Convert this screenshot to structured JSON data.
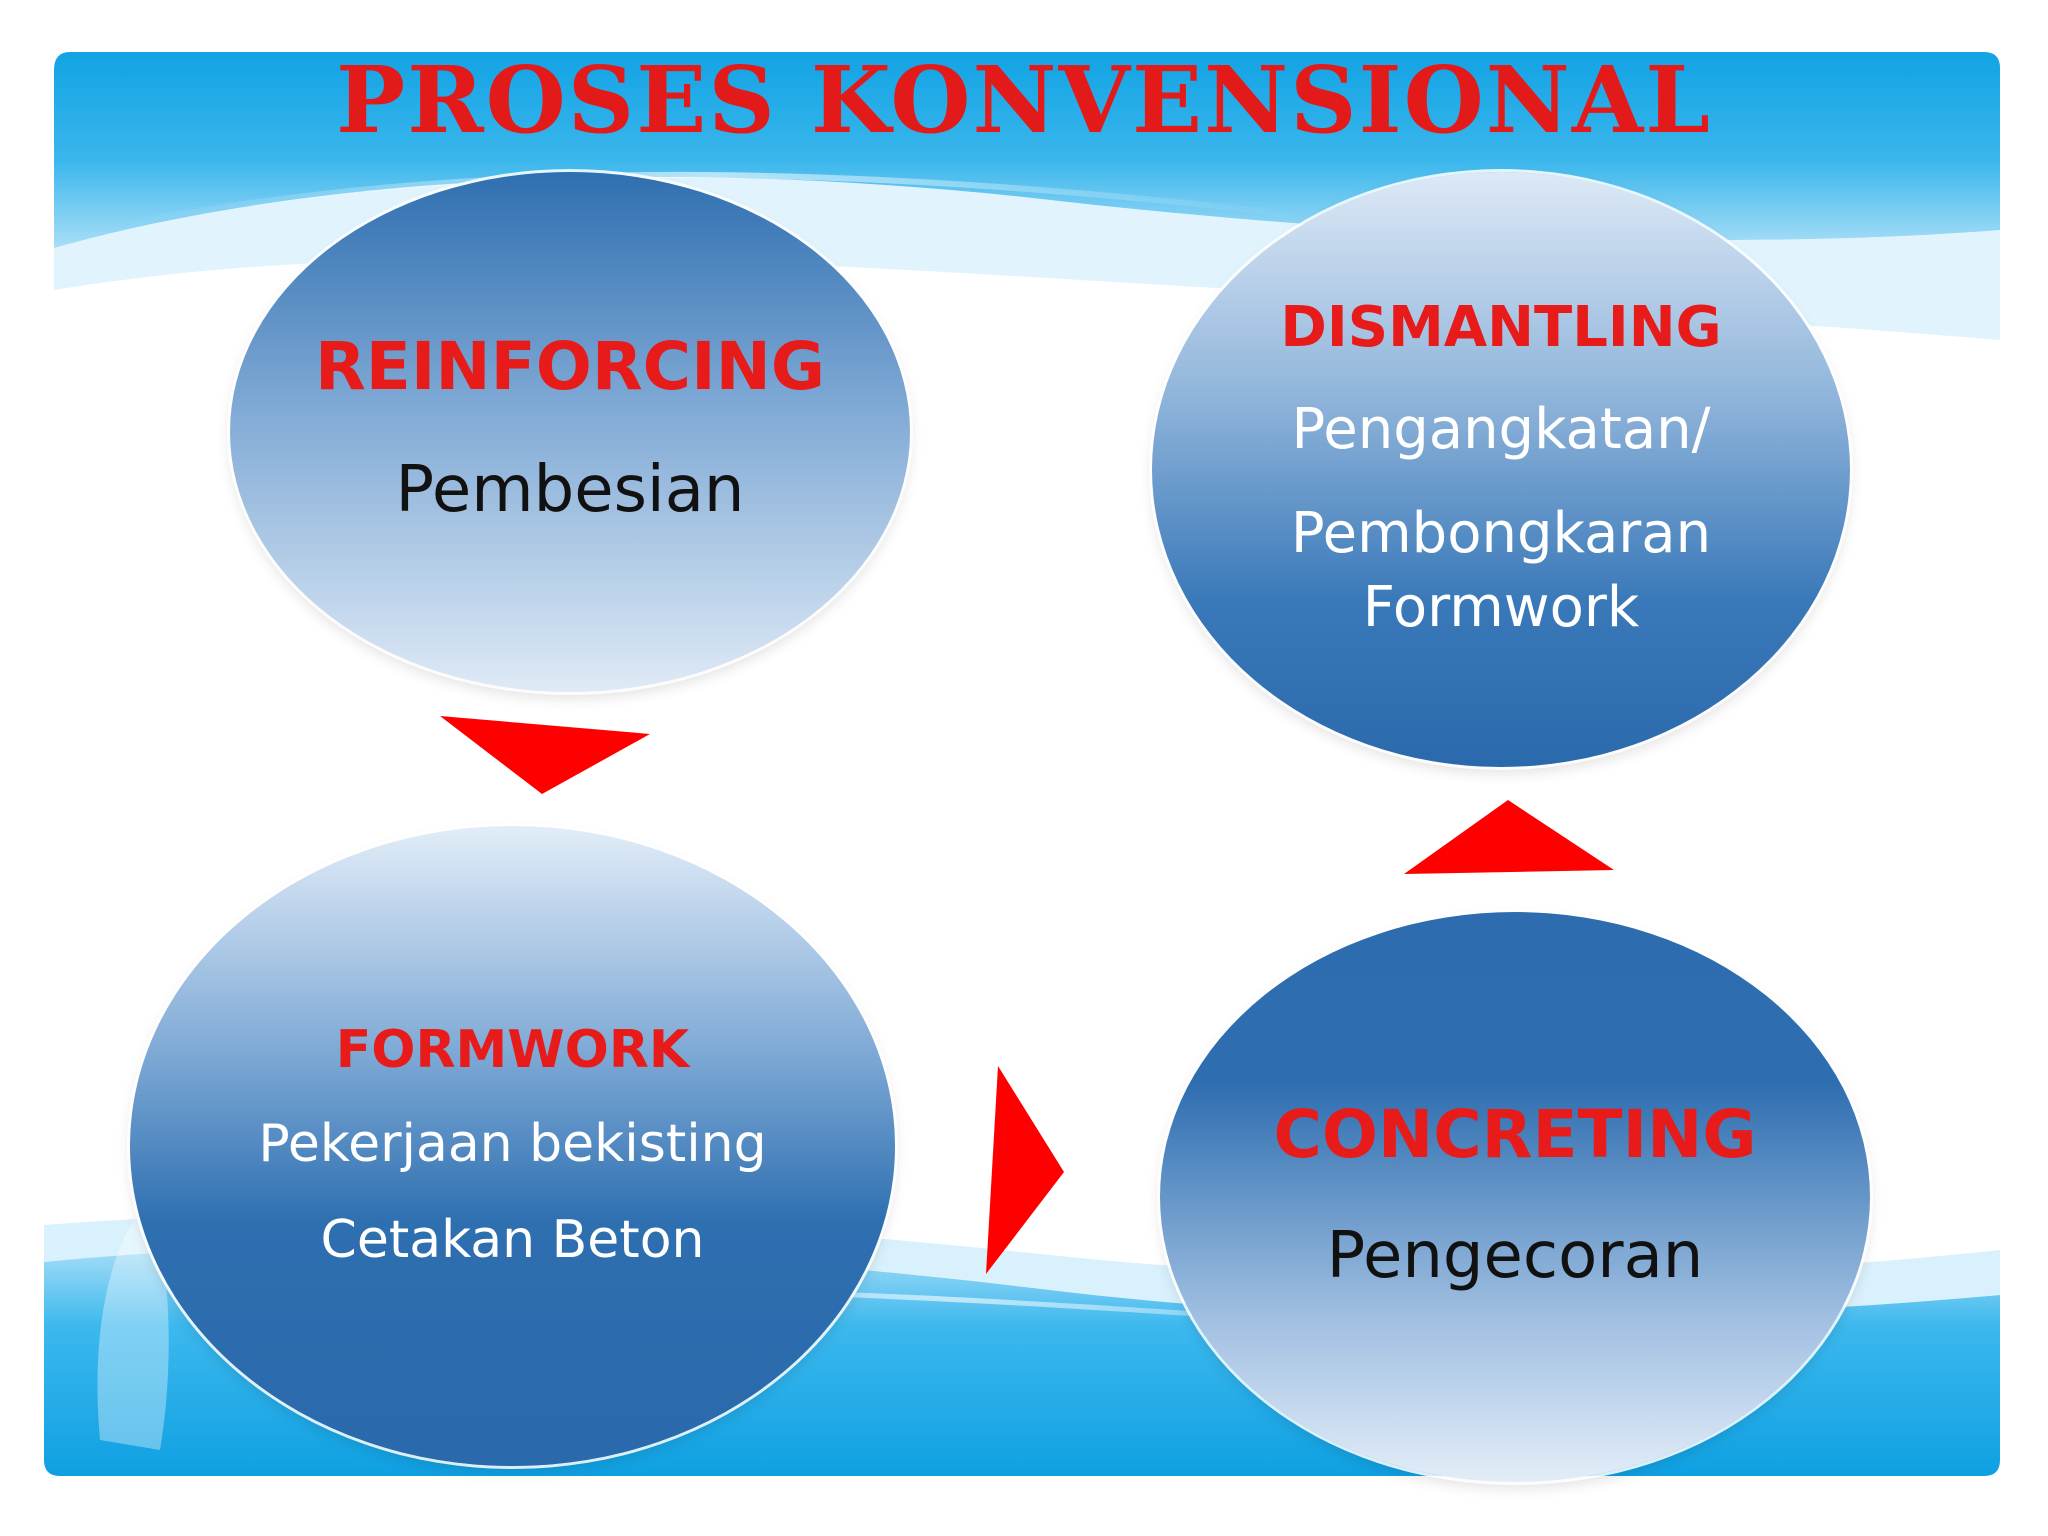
{
  "title": "PROSES KONVENSIONAL",
  "colors": {
    "title": "#e31a1a",
    "heading": "#e81b1b",
    "arrow": "#ff0000",
    "banner": "#1fa9e6",
    "node_dark": "#2e6eb0",
    "node_light": "#e2edf8"
  },
  "steps": {
    "reinforcing": {
      "heading": "REINFORCING",
      "lines": [
        "Pembesian"
      ]
    },
    "formwork": {
      "heading": "FORMWORK",
      "lines": [
        "Pekerjaan bekisting",
        "Cetakan Beton"
      ]
    },
    "concreting": {
      "heading": "CONCRETING",
      "lines": [
        "Pengecoran"
      ]
    },
    "dismantling": {
      "heading": "DISMANTLING",
      "lines": [
        "Pengangkatan/",
        "Pembongkaran",
        "Formwork"
      ]
    }
  },
  "arrows": [
    {
      "name": "arrow-reinforcing-to-formwork",
      "direction": "down"
    },
    {
      "name": "arrow-formwork-to-concreting",
      "direction": "right"
    },
    {
      "name": "arrow-concreting-to-dismantling",
      "direction": "up"
    }
  ]
}
